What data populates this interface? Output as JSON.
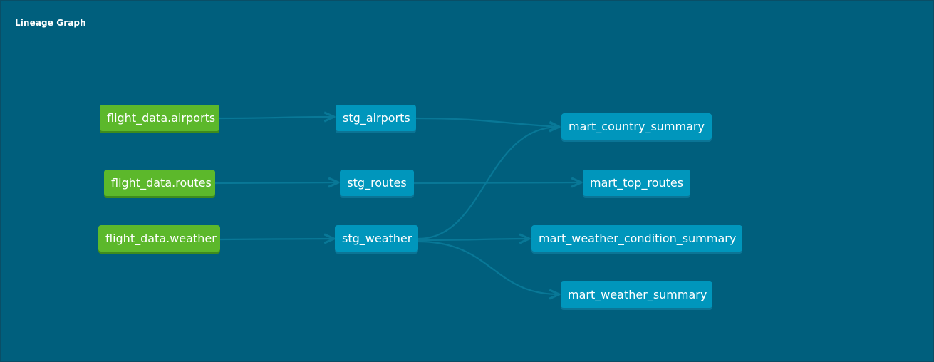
{
  "title": "Lineage Graph",
  "nodes": {
    "src_airports": "flight_data.airports",
    "src_routes": "flight_data.routes",
    "src_weather": "flight_data.weather",
    "stg_airports": "stg_airports",
    "stg_routes": "stg_routes",
    "stg_weather": "stg_weather",
    "mart_country_summary": "mart_country_summary",
    "mart_top_routes": "mart_top_routes",
    "mart_weather_condition_summary": "mart_weather_condition_summary",
    "mart_weather_summary": "mart_weather_summary"
  },
  "edges": [
    [
      "src_airports",
      "stg_airports"
    ],
    [
      "src_routes",
      "stg_routes"
    ],
    [
      "src_weather",
      "stg_weather"
    ],
    [
      "stg_airports",
      "mart_country_summary"
    ],
    [
      "stg_weather",
      "mart_country_summary"
    ],
    [
      "stg_routes",
      "mart_top_routes"
    ],
    [
      "stg_weather",
      "mart_weather_condition_summary"
    ],
    [
      "stg_weather",
      "mart_weather_summary"
    ]
  ],
  "colors": {
    "background": "#005f7d",
    "source_node": "#5cb82b",
    "model_node": "#0096bc",
    "edge": "#0a7a99"
  }
}
